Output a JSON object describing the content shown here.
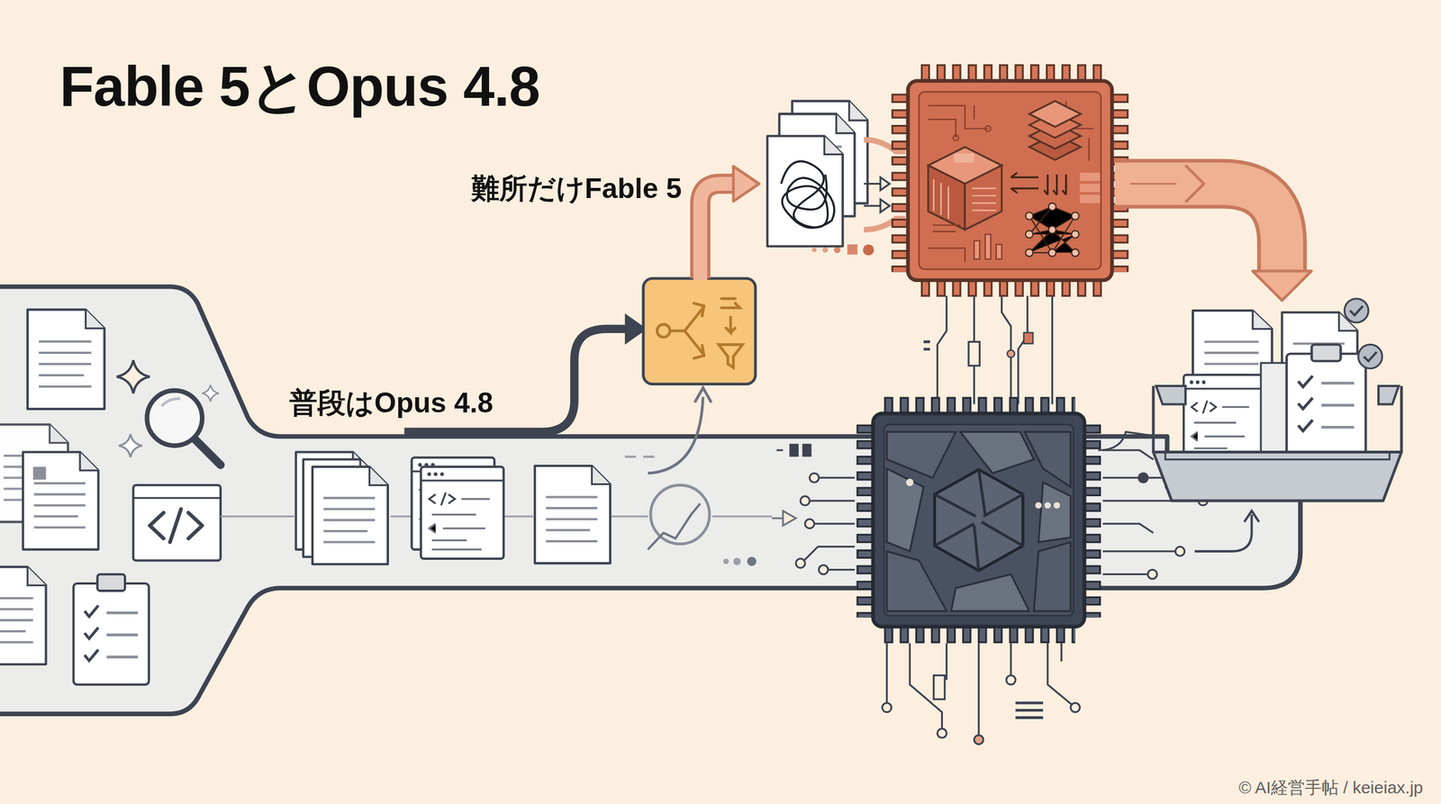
{
  "diagram": {
    "title": "Fable 5とOpus 4.8",
    "labels": [
      "難所だけFable 5",
      "普段はOpus 4.8",
      "© AI経営手帖 / keieiax.jp"
    ]
  }
}
